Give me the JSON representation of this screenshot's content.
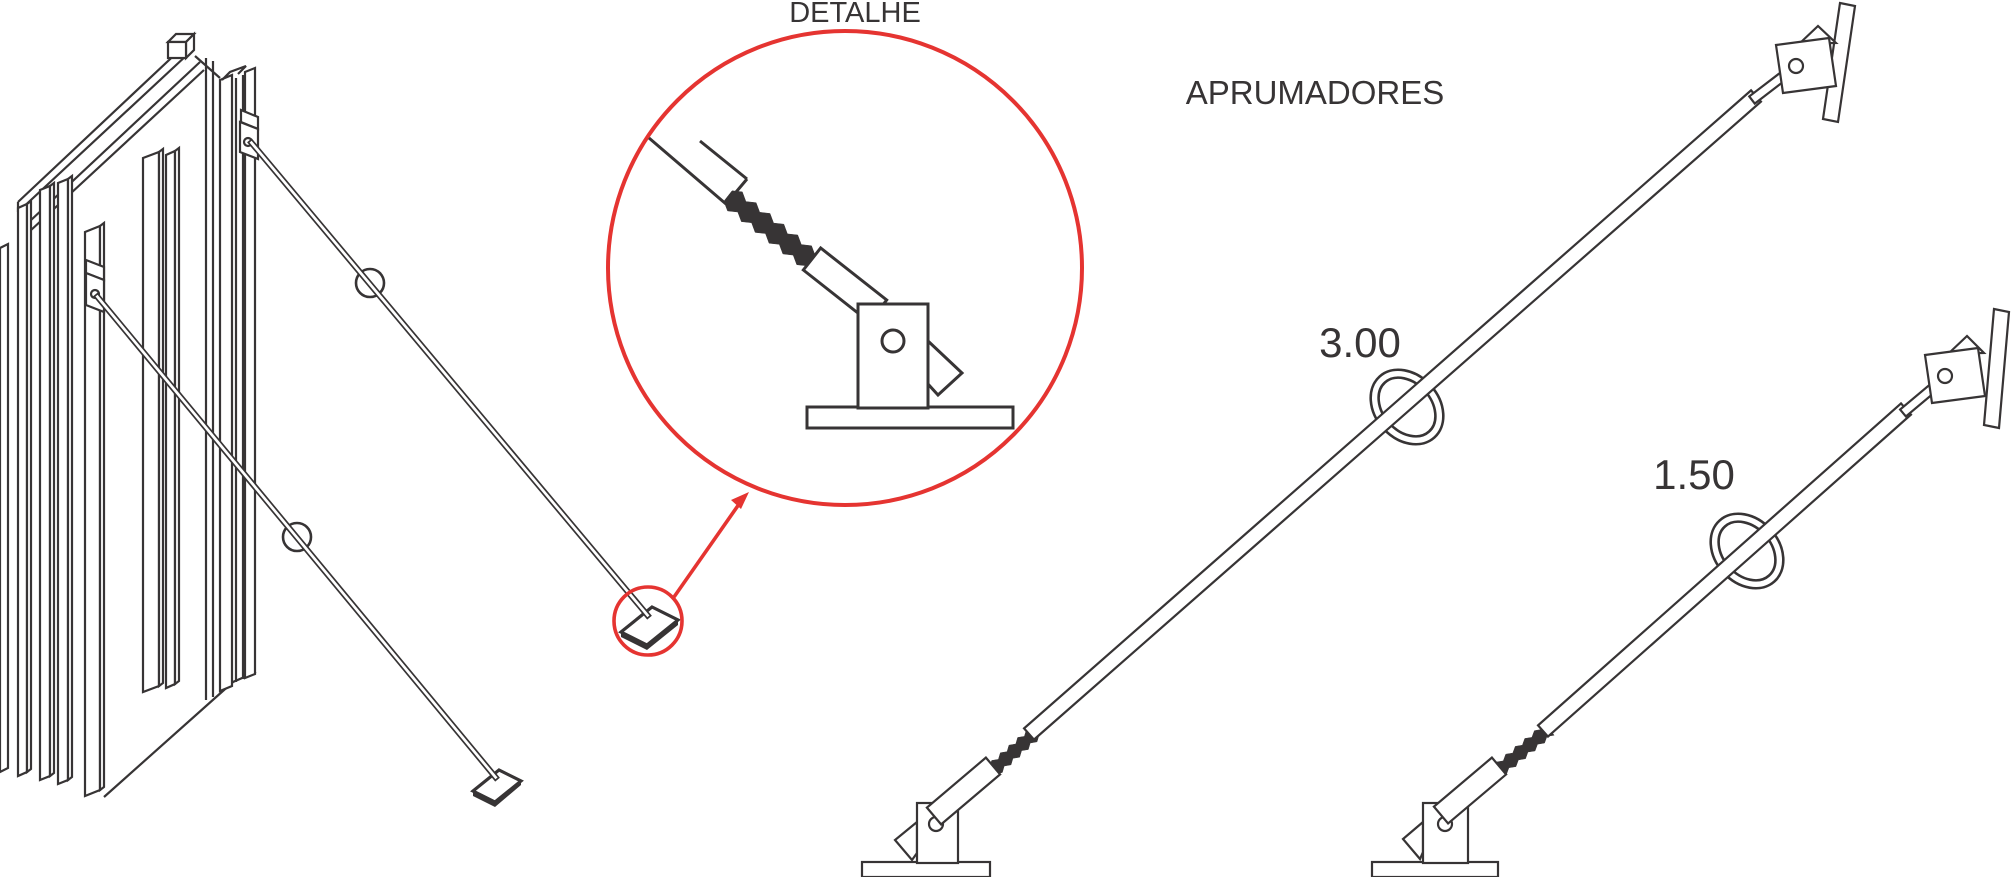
{
  "drawing": {
    "type": "CAD construction detail sheet",
    "labels": {
      "detail_title": "DETALHE",
      "group_title": "APRUMADORES"
    },
    "braces": [
      {
        "id": "aprumador-3m",
        "length_label": "3.00"
      },
      {
        "id": "aprumador-1-5m",
        "length_label": "1.50"
      }
    ],
    "colors": {
      "line": "#373435",
      "accent_red": "#e53431",
      "background": "#ffffff"
    }
  }
}
